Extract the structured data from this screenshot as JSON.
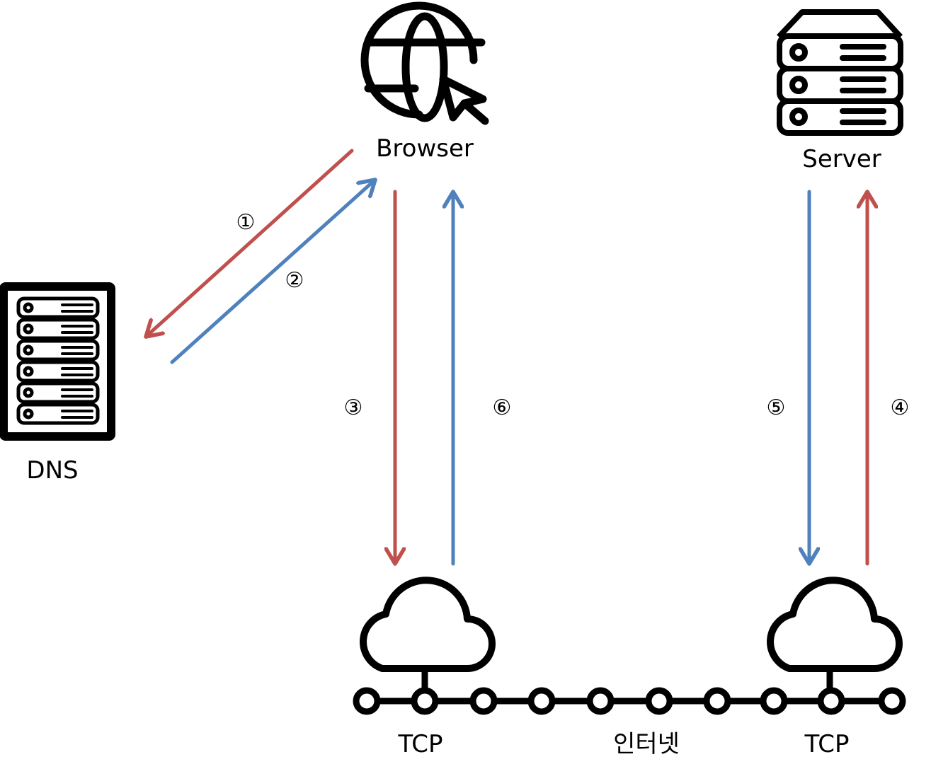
{
  "nodes": {
    "browser": "Browser",
    "server": "Server",
    "dns": "DNS",
    "tcp_left": "TCP",
    "tcp_right": "TCP",
    "internet": "인터넷"
  },
  "steps": [
    "①",
    "②",
    "③",
    "④",
    "⑤",
    "⑥"
  ],
  "colors": {
    "request": "#c0504d",
    "response": "#4f81bd",
    "icon": "#000000"
  },
  "icons": {
    "browser": "globe-cursor-icon",
    "server": "server-stack-icon",
    "dns": "server-rack-icon",
    "cloud": "cloud-icon",
    "network": "network-line-icon"
  }
}
